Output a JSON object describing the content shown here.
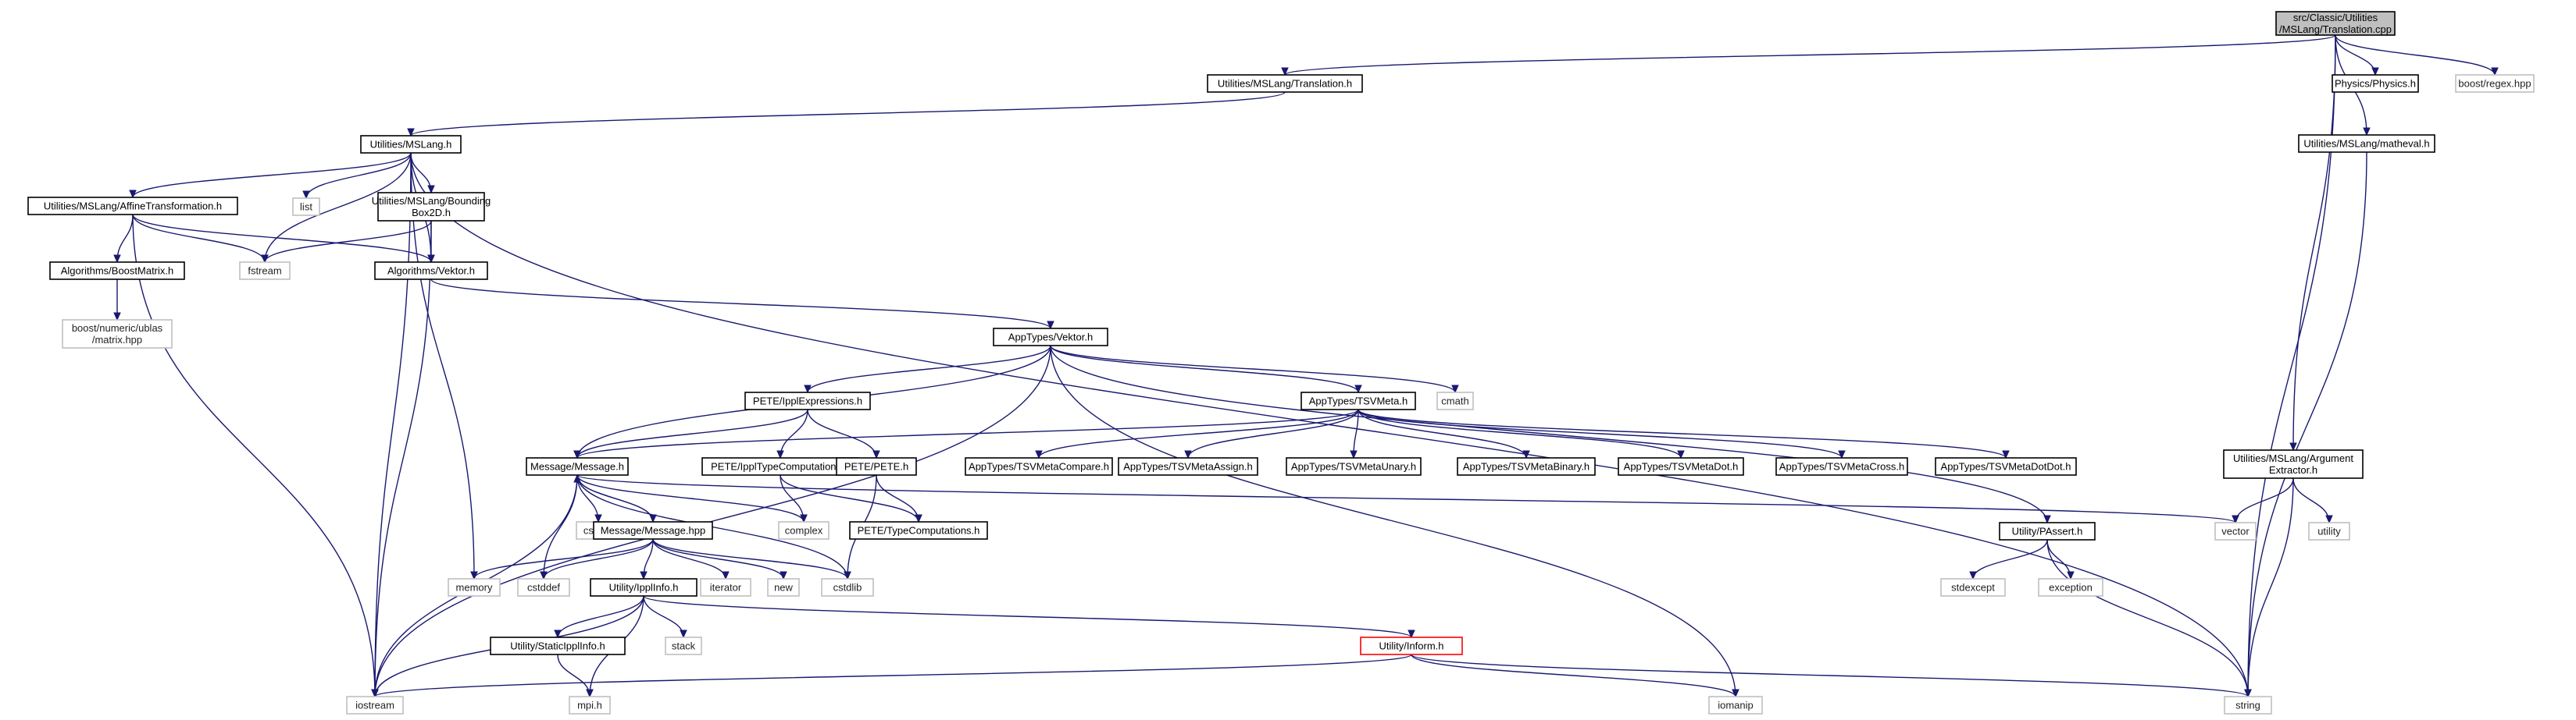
{
  "colors": {
    "edge": "#191970",
    "root_fill": "#bfbfbf",
    "documented_border": "#000000",
    "external_border": "#bfbfbf",
    "incomplete_border": "#ff0000"
  },
  "nodes": [
    {
      "id": "root",
      "kind": "root",
      "lines": [
        "src/Classic/Utilities",
        "/MSLang/Translation.cpp"
      ]
    },
    {
      "id": "translation_h",
      "kind": "doc",
      "lines": [
        "Utilities/MSLang/Translation.h"
      ]
    },
    {
      "id": "physics_h",
      "kind": "doc",
      "lines": [
        "Physics/Physics.h"
      ]
    },
    {
      "id": "regex",
      "kind": "ext",
      "lines": [
        "boost/regex.hpp"
      ]
    },
    {
      "id": "mslang_h",
      "kind": "doc",
      "lines": [
        "Utilities/MSLang.h"
      ]
    },
    {
      "id": "matheval_h",
      "kind": "doc",
      "lines": [
        "Utilities/MSLang/matheval.h"
      ]
    },
    {
      "id": "list",
      "kind": "ext",
      "lines": [
        "list"
      ]
    },
    {
      "id": "affine_h",
      "kind": "doc",
      "lines": [
        "Utilities/MSLang/AffineTransformation.h"
      ]
    },
    {
      "id": "bbox_h",
      "kind": "doc",
      "lines": [
        "Utilities/MSLang/Bounding",
        "Box2D.h"
      ]
    },
    {
      "id": "fstream",
      "kind": "ext",
      "lines": [
        "fstream"
      ]
    },
    {
      "id": "boostmatrix_h",
      "kind": "doc",
      "lines": [
        "Algorithms/BoostMatrix.h"
      ]
    },
    {
      "id": "alg_vektor_h",
      "kind": "doc",
      "lines": [
        "Algorithms/Vektor.h"
      ]
    },
    {
      "id": "ublas",
      "kind": "ext",
      "lines": [
        "boost/numeric/ublas",
        "/matrix.hpp"
      ]
    },
    {
      "id": "app_vektor_h",
      "kind": "doc",
      "lines": [
        "AppTypes/Vektor.h"
      ]
    },
    {
      "id": "ippl_expr_h",
      "kind": "doc",
      "lines": [
        "PETE/IpplExpressions.h"
      ]
    },
    {
      "id": "tsvmeta_h",
      "kind": "doc",
      "lines": [
        "AppTypes/TSVMeta.h"
      ]
    },
    {
      "id": "cmath",
      "kind": "ext",
      "lines": [
        "cmath"
      ]
    },
    {
      "id": "message_h",
      "kind": "doc",
      "lines": [
        "Message/Message.h"
      ]
    },
    {
      "id": "ippl_type_h",
      "kind": "doc",
      "lines": [
        "PETE/IpplTypeComputations.h"
      ]
    },
    {
      "id": "pete_h",
      "kind": "doc",
      "lines": [
        "PETE/PETE.h"
      ]
    },
    {
      "id": "tsv_compare",
      "kind": "doc",
      "lines": [
        "AppTypes/TSVMetaCompare.h"
      ]
    },
    {
      "id": "tsv_assign",
      "kind": "doc",
      "lines": [
        "AppTypes/TSVMetaAssign.h"
      ]
    },
    {
      "id": "tsv_unary",
      "kind": "doc",
      "lines": [
        "AppTypes/TSVMetaUnary.h"
      ]
    },
    {
      "id": "tsv_binary",
      "kind": "doc",
      "lines": [
        "AppTypes/TSVMetaBinary.h"
      ]
    },
    {
      "id": "tsv_dot",
      "kind": "doc",
      "lines": [
        "AppTypes/TSVMetaDot.h"
      ]
    },
    {
      "id": "tsv_cross",
      "kind": "doc",
      "lines": [
        "AppTypes/TSVMetaCross.h"
      ]
    },
    {
      "id": "tsv_dotdot",
      "kind": "doc",
      "lines": [
        "AppTypes/TSVMetaDotDot.h"
      ]
    },
    {
      "id": "argext_h",
      "kind": "doc",
      "lines": [
        "Utilities/MSLang/Argument",
        "Extractor.h"
      ]
    },
    {
      "id": "cstring",
      "kind": "ext",
      "lines": [
        "cstring"
      ]
    },
    {
      "id": "complex",
      "kind": "ext",
      "lines": [
        "complex"
      ]
    },
    {
      "id": "message_hpp",
      "kind": "doc",
      "lines": [
        "Message/Message.hpp"
      ]
    },
    {
      "id": "pete_typecomp_h",
      "kind": "doc",
      "lines": [
        "PETE/TypeComputations.h"
      ]
    },
    {
      "id": "passert_h",
      "kind": "doc",
      "lines": [
        "Utility/PAssert.h"
      ]
    },
    {
      "id": "vector",
      "kind": "ext",
      "lines": [
        "vector"
      ]
    },
    {
      "id": "utility",
      "kind": "ext",
      "lines": [
        "utility"
      ]
    },
    {
      "id": "memory",
      "kind": "ext",
      "lines": [
        "memory"
      ]
    },
    {
      "id": "cstddef",
      "kind": "ext",
      "lines": [
        "cstddef"
      ]
    },
    {
      "id": "ipplinfo_h",
      "kind": "doc",
      "lines": [
        "Utility/IpplInfo.h"
      ]
    },
    {
      "id": "iterator",
      "kind": "ext",
      "lines": [
        "iterator"
      ]
    },
    {
      "id": "new",
      "kind": "ext",
      "lines": [
        "new"
      ]
    },
    {
      "id": "cstdlib",
      "kind": "ext",
      "lines": [
        "cstdlib"
      ]
    },
    {
      "id": "stdexcept",
      "kind": "ext",
      "lines": [
        "stdexcept"
      ]
    },
    {
      "id": "exception",
      "kind": "ext",
      "lines": [
        "exception"
      ]
    },
    {
      "id": "staticippl_h",
      "kind": "doc",
      "lines": [
        "Utility/StaticIpplInfo.h"
      ]
    },
    {
      "id": "stack",
      "kind": "ext",
      "lines": [
        "stack"
      ]
    },
    {
      "id": "inform_h",
      "kind": "warn",
      "lines": [
        "Utility/Inform.h"
      ]
    },
    {
      "id": "iostream",
      "kind": "ext",
      "lines": [
        "iostream"
      ]
    },
    {
      "id": "mpi_h",
      "kind": "ext",
      "lines": [
        "mpi.h"
      ]
    },
    {
      "id": "iomanip",
      "kind": "ext",
      "lines": [
        "iomanip"
      ]
    },
    {
      "id": "string",
      "kind": "ext",
      "lines": [
        "string"
      ]
    }
  ],
  "edges": [
    {
      "from": "root",
      "to": "translation_h"
    },
    {
      "from": "root",
      "to": "physics_h"
    },
    {
      "from": "root",
      "to": "regex"
    },
    {
      "from": "root",
      "to": "matheval_h"
    },
    {
      "from": "root",
      "to": "argext_h"
    },
    {
      "from": "root",
      "to": "string"
    },
    {
      "from": "translation_h",
      "to": "mslang_h"
    },
    {
      "from": "mslang_h",
      "to": "list"
    },
    {
      "from": "mslang_h",
      "to": "affine_h"
    },
    {
      "from": "mslang_h",
      "to": "bbox_h"
    },
    {
      "from": "mslang_h",
      "to": "fstream"
    },
    {
      "from": "mslang_h",
      "to": "alg_vektor_h"
    },
    {
      "from": "mslang_h",
      "to": "memory"
    },
    {
      "from": "mslang_h",
      "to": "iostream"
    },
    {
      "from": "mslang_h",
      "to": "string"
    },
    {
      "from": "affine_h",
      "to": "boostmatrix_h"
    },
    {
      "from": "affine_h",
      "to": "alg_vektor_h"
    },
    {
      "from": "affine_h",
      "to": "fstream"
    },
    {
      "from": "affine_h",
      "to": "iostream"
    },
    {
      "from": "bbox_h",
      "to": "alg_vektor_h"
    },
    {
      "from": "bbox_h",
      "to": "fstream"
    },
    {
      "from": "bbox_h",
      "to": "iostream"
    },
    {
      "from": "boostmatrix_h",
      "to": "ublas"
    },
    {
      "from": "alg_vektor_h",
      "to": "app_vektor_h"
    },
    {
      "from": "app_vektor_h",
      "to": "ippl_expr_h"
    },
    {
      "from": "app_vektor_h",
      "to": "tsvmeta_h"
    },
    {
      "from": "app_vektor_h",
      "to": "cmath"
    },
    {
      "from": "app_vektor_h",
      "to": "message_h"
    },
    {
      "from": "app_vektor_h",
      "to": "passert_h"
    },
    {
      "from": "app_vektor_h",
      "to": "iomanip"
    },
    {
      "from": "app_vektor_h",
      "to": "iostream"
    },
    {
      "from": "ippl_expr_h",
      "to": "message_h"
    },
    {
      "from": "ippl_expr_h",
      "to": "ippl_type_h"
    },
    {
      "from": "ippl_expr_h",
      "to": "pete_h"
    },
    {
      "from": "tsvmeta_h",
      "to": "message_h"
    },
    {
      "from": "tsvmeta_h",
      "to": "tsv_compare"
    },
    {
      "from": "tsvmeta_h",
      "to": "tsv_assign"
    },
    {
      "from": "tsvmeta_h",
      "to": "tsv_unary"
    },
    {
      "from": "tsvmeta_h",
      "to": "tsv_binary"
    },
    {
      "from": "tsvmeta_h",
      "to": "tsv_dot"
    },
    {
      "from": "tsvmeta_h",
      "to": "tsv_cross"
    },
    {
      "from": "tsvmeta_h",
      "to": "tsv_dotdot"
    },
    {
      "from": "ippl_type_h",
      "to": "complex"
    },
    {
      "from": "ippl_type_h",
      "to": "pete_typecomp_h"
    },
    {
      "from": "pete_h",
      "to": "pete_typecomp_h"
    },
    {
      "from": "pete_h",
      "to": "cstdlib"
    },
    {
      "from": "message_h",
      "to": "cstring"
    },
    {
      "from": "message_h",
      "to": "complex"
    },
    {
      "from": "message_h",
      "to": "message_hpp"
    },
    {
      "from": "message_h",
      "to": "cstddef"
    },
    {
      "from": "message_h",
      "to": "iostream"
    },
    {
      "from": "message_h",
      "to": "vector"
    },
    {
      "from": "message_h",
      "to": "cstdlib"
    },
    {
      "from": "message_hpp",
      "to": "message_h"
    },
    {
      "from": "message_hpp",
      "to": "memory"
    },
    {
      "from": "message_hpp",
      "to": "cstddef"
    },
    {
      "from": "message_hpp",
      "to": "ipplinfo_h"
    },
    {
      "from": "message_hpp",
      "to": "iterator"
    },
    {
      "from": "message_hpp",
      "to": "new"
    },
    {
      "from": "message_hpp",
      "to": "cstdlib"
    },
    {
      "from": "passert_h",
      "to": "stdexcept"
    },
    {
      "from": "passert_h",
      "to": "exception"
    },
    {
      "from": "passert_h",
      "to": "string"
    },
    {
      "from": "argext_h",
      "to": "vector"
    },
    {
      "from": "argext_h",
      "to": "utility"
    },
    {
      "from": "argext_h",
      "to": "string"
    },
    {
      "from": "matheval_h",
      "to": "string"
    },
    {
      "from": "ipplinfo_h",
      "to": "staticippl_h"
    },
    {
      "from": "ipplinfo_h",
      "to": "stack"
    },
    {
      "from": "ipplinfo_h",
      "to": "inform_h"
    },
    {
      "from": "ipplinfo_h",
      "to": "iostream"
    },
    {
      "from": "ipplinfo_h",
      "to": "mpi_h"
    },
    {
      "from": "staticippl_h",
      "to": "mpi_h"
    },
    {
      "from": "inform_h",
      "to": "iostream"
    },
    {
      "from": "inform_h",
      "to": "iomanip"
    },
    {
      "from": "inform_h",
      "to": "string"
    }
  ]
}
